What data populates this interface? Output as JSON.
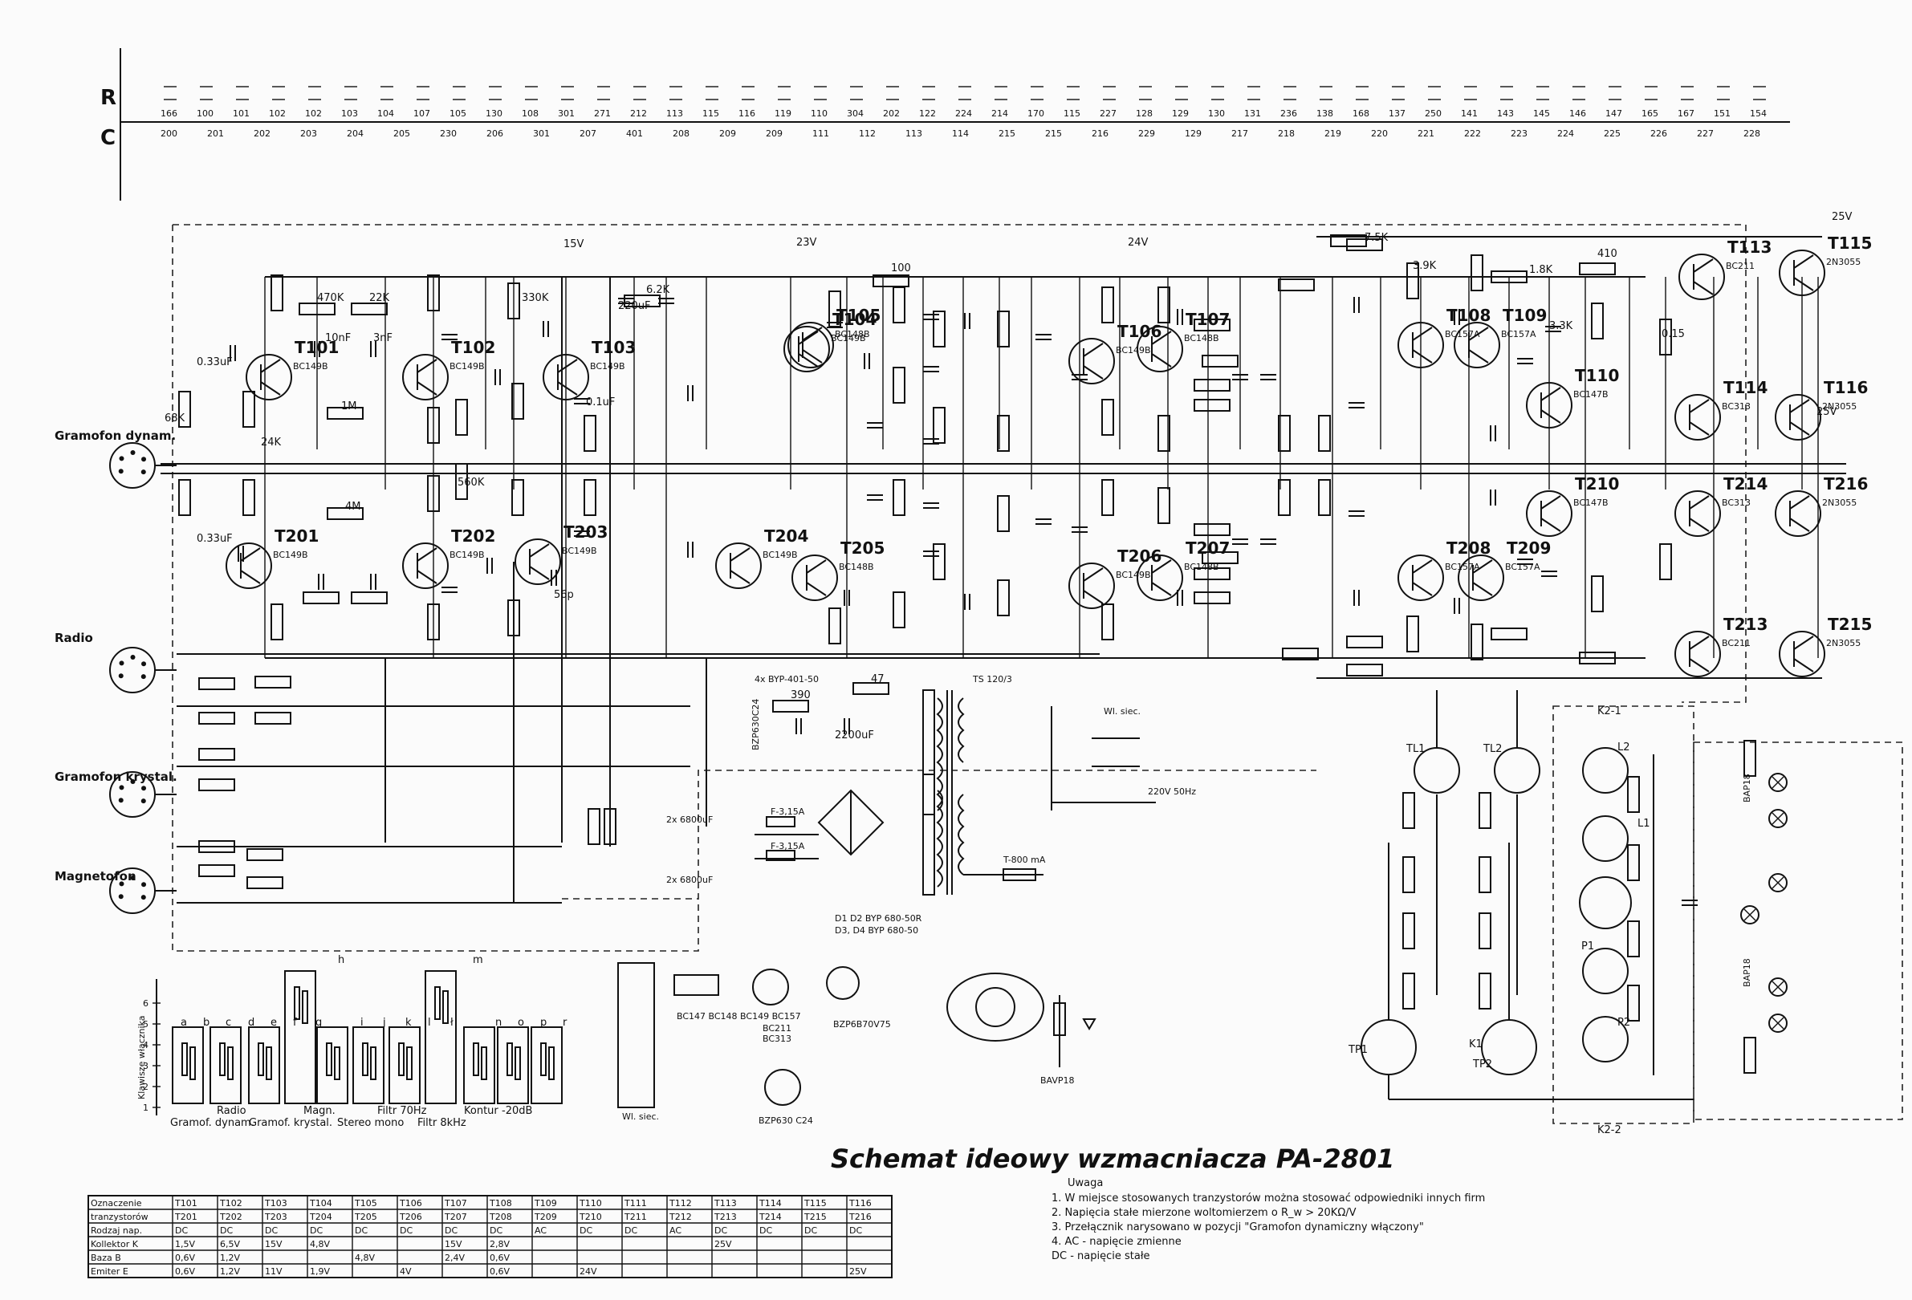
{
  "title": "Schemat ideowy wzmacniacza PA-2801",
  "axis_labels": {
    "r": "R",
    "c": "C"
  },
  "ruler": {
    "r_row": [
      "166",
      "100",
      "101",
      "102",
      "102",
      "103",
      "104",
      "107",
      "105",
      "130",
      "108",
      "301",
      "271",
      "212",
      "113",
      "115",
      "116",
      "119",
      "110",
      "304",
      "202",
      "122",
      "224",
      "214",
      "170",
      "115",
      "227",
      "128",
      "129",
      "130",
      "131",
      "236",
      "138",
      "168",
      "137",
      "250",
      "141",
      "143",
      "145",
      "146",
      "147",
      "165",
      "167",
      "151",
      "154"
    ],
    "c_row": [
      "200",
      "201",
      "202",
      "203",
      "204",
      "205",
      "230",
      "206",
      "301",
      "207",
      "401",
      "208",
      "209",
      "209",
      "111",
      "112",
      "113",
      "114",
      "215",
      "215",
      "216",
      "229",
      "129",
      "217",
      "218",
      "219",
      "220",
      "221",
      "222",
      "223",
      "224",
      "225",
      "226",
      "227",
      "228"
    ]
  },
  "inputs": [
    {
      "label": "Gramofon dynam."
    },
    {
      "label": "Radio"
    },
    {
      "label": "Gramofon krystal."
    },
    {
      "label": "Magnetofon"
    }
  ],
  "transistors": [
    {
      "name": "T101",
      "type": "BC149B"
    },
    {
      "name": "T102",
      "type": "BC149B"
    },
    {
      "name": "T103",
      "type": "BC149B"
    },
    {
      "name": "T104",
      "type": "BC149B"
    },
    {
      "name": "T105",
      "type": "BC148B"
    },
    {
      "name": "T106",
      "type": "BC149B"
    },
    {
      "name": "T107",
      "type": "BC148B"
    },
    {
      "name": "T108",
      "type": "BC157A"
    },
    {
      "name": "T109",
      "type": "BC157A"
    },
    {
      "name": "T110",
      "type": "BC147B"
    },
    {
      "name": "T113",
      "type": "BC211"
    },
    {
      "name": "T114",
      "type": "BC313"
    },
    {
      "name": "T115",
      "type": "2N3055"
    },
    {
      "name": "T116",
      "type": "2N3055"
    },
    {
      "name": "T201",
      "type": "BC149B"
    },
    {
      "name": "T202",
      "type": "BC149B"
    },
    {
      "name": "T203",
      "type": "BC149B"
    },
    {
      "name": "T204",
      "type": "BC149B"
    },
    {
      "name": "T205",
      "type": "BC148B"
    },
    {
      "name": "T206",
      "type": "BC149B"
    },
    {
      "name": "T207",
      "type": "BC148B"
    },
    {
      "name": "T208",
      "type": "BC157A"
    },
    {
      "name": "T209",
      "type": "BC157A"
    },
    {
      "name": "T210",
      "type": "BC147B"
    },
    {
      "name": "T213",
      "type": "BC211"
    },
    {
      "name": "T214",
      "type": "BC313"
    },
    {
      "name": "T215",
      "type": "2N3055"
    },
    {
      "name": "T216",
      "type": "2N3055"
    }
  ],
  "component_labels": {
    "c101": "0.33uF",
    "c200": "0.33uF",
    "r_470k": "470K",
    "r_22k": "22K",
    "c_10nf": "10nF",
    "c_3nf": "3nF",
    "r_1m": "1M",
    "r_4m": "4M",
    "r_24k": "24K",
    "r_68k": "68K",
    "r_560k": "560K",
    "r_330k": "330K",
    "c_56p": "56p",
    "c_01uf": "0.1uF",
    "c_22uf": "220uF",
    "r_62k": "6.2K",
    "r_100": "100",
    "c_2200uf": "2200uF",
    "r_390": "390",
    "r_47": "47",
    "r_75k": "7.5K",
    "r_39k": "3.9K",
    "r_18k": "1.8K",
    "r_410": "410",
    "r_33k": "3.3K",
    "r_015": "0.15",
    "v15": "15V",
    "v25": "25V",
    "v24": "24V",
    "v23": "23V",
    "v25b": "25V"
  },
  "power": {
    "rectifier": "4x BYP-401-50",
    "bridge": "D1 D2 BYP 680-50R",
    "bridge2": "D3, D4 BYP 680-50",
    "transformer": "TS 120/3",
    "mains": "220V 50Hz",
    "fuse_main": "T-800 mA",
    "fuse1": "F-3,15A",
    "fuse2": "F-3,15A",
    "zener": "BZP630C24",
    "caps": "2x 6800uF",
    "caps2": "2x 6800uF",
    "switch": "Wl. siec."
  },
  "indicators": {
    "tl1": "TL1",
    "tl2": "TL2",
    "tp1": "TP1",
    "tp2": "TP2",
    "k1": "K1",
    "k21": "K2-1",
    "k22": "K2-2",
    "l1": "L1",
    "l2": "L2",
    "p1": "P1",
    "p2": "P2",
    "d104": "BAP18",
    "d204": "BAP18"
  },
  "switch_panel": {
    "ylabel": "Klawisze włącznika",
    "columns": [
      "a",
      "b",
      "c",
      "d",
      "e",
      "f",
      "g",
      "h",
      "i",
      "j",
      "k",
      "l",
      "ł",
      "m",
      "n",
      "o",
      "p",
      "r"
    ],
    "labels": [
      "Gramof. dynam.",
      "Radio",
      "Gramof. krystal.",
      "Magn.",
      "Stereo mono",
      "Filtr 70Hz",
      "Filtr 8kHz",
      "Kontur",
      "-20dB"
    ],
    "ticks": [
      "1",
      "2",
      "3",
      "4",
      "5",
      "6"
    ]
  },
  "pinouts": [
    "BC211",
    "BC313",
    "BZP6B70V75",
    "BC147 BC148 BC149 BC157",
    "BZP630 C24",
    "BAVP18",
    "Wl. siec."
  ],
  "notes": {
    "heading": "Uwaga",
    "lines": [
      "1. W miejsce stosowanych tranzystorów można stosować odpowiedniki innych firm",
      "2. Napięcia stałe mierzone woltomierzem o R_w > 20KΩ/V",
      "3. Przełącznik narysowano w pozycji \"Gramofon dynamiczny włączony\"",
      "4. AC - napięcie zmienne",
      "   DC - napięcie stałe"
    ]
  },
  "table": {
    "header": [
      "Oznaczenie tranzystorów",
      "T101",
      "T102",
      "T103",
      "T104",
      "T105",
      "T106",
      "T107",
      "T108",
      "T109",
      "T110",
      "T111",
      "T112",
      "T113",
      "T114",
      "T115",
      "T116"
    ],
    "header2": [
      "",
      "T201",
      "T202",
      "T203",
      "T204",
      "T205",
      "T206",
      "T207",
      "T208",
      "T209",
      "T210",
      "T211",
      "T212",
      "T213",
      "T214",
      "T215",
      "T216"
    ],
    "rows": [
      [
        "Rodzaj nap.",
        "DC",
        "DC",
        "DC",
        "DC",
        "DC",
        "DC",
        "DC",
        "DC",
        "AC",
        "DC",
        "DC",
        "AC",
        "DC",
        "DC",
        "DC",
        "DC"
      ],
      [
        "Kollektor K",
        "1,5V",
        "6,5V",
        "15V",
        "4,8V",
        "",
        "",
        "15V",
        "2,8V",
        "",
        "",
        "",
        "",
        "25V",
        "",
        "",
        ""
      ],
      [
        "Baza B",
        "0,6V",
        "1,2V",
        "",
        "",
        "4,8V",
        "",
        "2,4V",
        "0,6V",
        "",
        "",
        "",
        "",
        "",
        "",
        "",
        ""
      ],
      [
        "Emiter E",
        "0,6V",
        "1,2V",
        "11V",
        "1,9V",
        "",
        "4V",
        "",
        "0,6V",
        "",
        "24V",
        "",
        "",
        "",
        "",
        "",
        "25V"
      ]
    ]
  }
}
